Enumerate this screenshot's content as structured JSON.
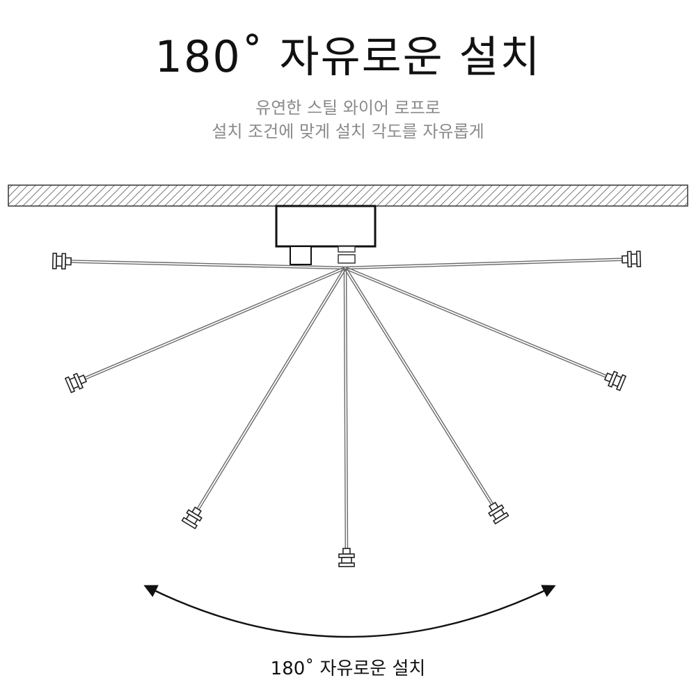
{
  "header": {
    "title": "180˚ 자유로운 설치",
    "subtitle_line1": "유연한 스틸 와이어 로프로",
    "subtitle_line2": "설치 조건에  맞게  설치 각도를 자유롭게"
  },
  "diagram": {
    "caption": "180˚ 자유로운 설치",
    "colors": {
      "line": "#222222",
      "hatch": "#555555",
      "cable": "#6a6a6a"
    }
  }
}
